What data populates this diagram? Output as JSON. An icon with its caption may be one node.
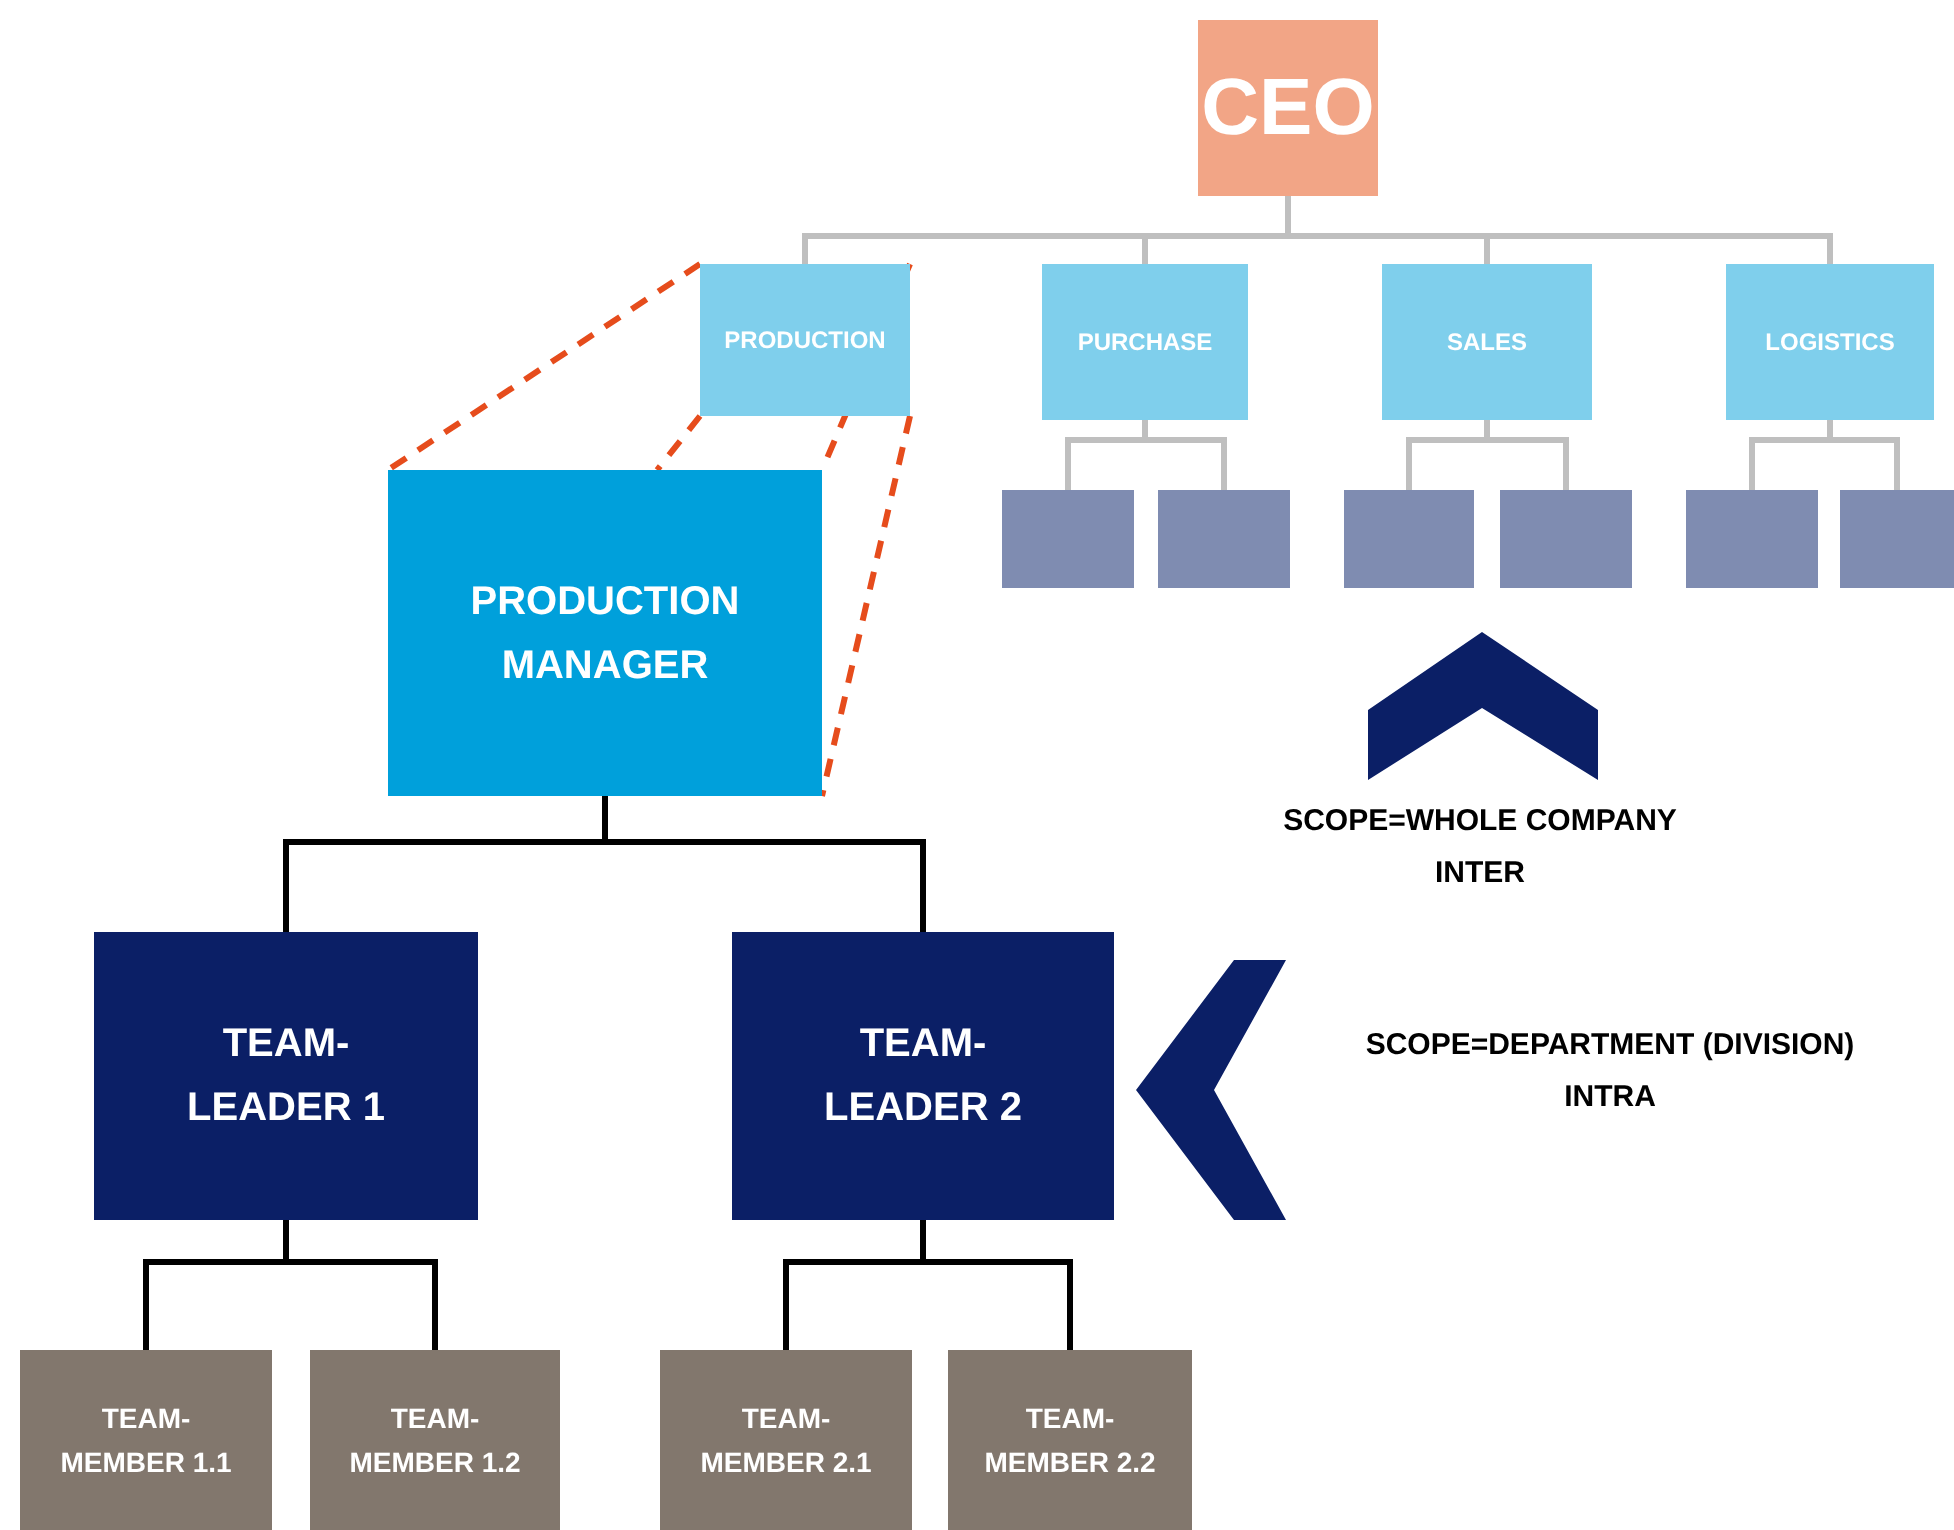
{
  "diagram": {
    "nodes": [
      {
        "text": [
          "CEO"
        ]
      },
      {
        "text": [
          "PRODUCTION"
        ]
      },
      {
        "text": [
          "PURCHASE"
        ]
      },
      {
        "text": [
          "SALES"
        ]
      },
      {
        "text": [
          "LOGISTICS"
        ]
      },
      {
        "text": [],
        "shape": "box"
      },
      {
        "text": [],
        "shape": "box"
      },
      {
        "text": [],
        "shape": "box"
      },
      {
        "text": [],
        "shape": "box"
      },
      {
        "text": [],
        "shape": "box"
      },
      {
        "text": [],
        "shape": "box"
      },
      {
        "text": [
          "PRODUCTION MANAGER"
        ]
      },
      {
        "text": [
          "TEAM- LEADER 1"
        ]
      },
      {
        "text": [
          "TEAM- LEADER 2"
        ]
      },
      {
        "text": [
          "TEAM- MEMBER 1.1"
        ]
      },
      {
        "text": [
          "TEAM- MEMBER 1.2"
        ]
      },
      {
        "text": [
          "TEAM- MEMBER 2.1"
        ]
      },
      {
        "text": [
          "TEAM- MEMBER 2.2"
        ]
      }
    ],
    "edges": [
      {
        "from": 0,
        "to": 1,
        "arrow": "none"
      },
      {
        "from": 0,
        "to": 2,
        "arrow": "none"
      },
      {
        "from": 0,
        "to": 3,
        "arrow": "none"
      },
      {
        "from": 0,
        "to": 4,
        "arrow": "none"
      },
      {
        "from": 2,
        "to": 5,
        "arrow": "none"
      },
      {
        "from": 2,
        "to": 6,
        "arrow": "none"
      },
      {
        "from": 3,
        "to": 7,
        "arrow": "none"
      },
      {
        "from": 3,
        "to": 8,
        "arrow": "none"
      },
      {
        "from": 4,
        "to": 9,
        "arrow": "none"
      },
      {
        "from": 4,
        "to": 10,
        "arrow": "none"
      },
      {
        "from": 1,
        "to": 11,
        "arrow": "none",
        "style": "dashed",
        "color": "#e64c1c"
      },
      {
        "from": 1,
        "to": 11,
        "arrow": "none",
        "style": "dashed",
        "color": "#e64c1c"
      },
      {
        "from": 1,
        "to": 11,
        "arrow": "none",
        "style": "dashed",
        "color": "#e64c1c"
      },
      {
        "from": 1,
        "to": 11,
        "arrow": "none",
        "style": "dashed",
        "color": "#e64c1c"
      },
      {
        "from": 11,
        "to": 12,
        "arrow": "none",
        "color": "#000000"
      },
      {
        "from": 11,
        "to": 13,
        "arrow": "none",
        "color": "#000000"
      },
      {
        "from": 12,
        "to": 14,
        "arrow": "none",
        "color": "#000000"
      },
      {
        "from": 12,
        "to": 15,
        "arrow": "none",
        "color": "#000000"
      },
      {
        "from": 13,
        "to": 16,
        "arrow": "none",
        "color": "#000000"
      },
      {
        "from": 13,
        "to": 17,
        "arrow": "none",
        "color": "#000000"
      }
    ],
    "labels": [
      "SCOPE=WHOLE COMPANY",
      "INTER",
      "SCOPE=DEPARTMENT (DIVISION)",
      "INTRA"
    ]
  }
}
